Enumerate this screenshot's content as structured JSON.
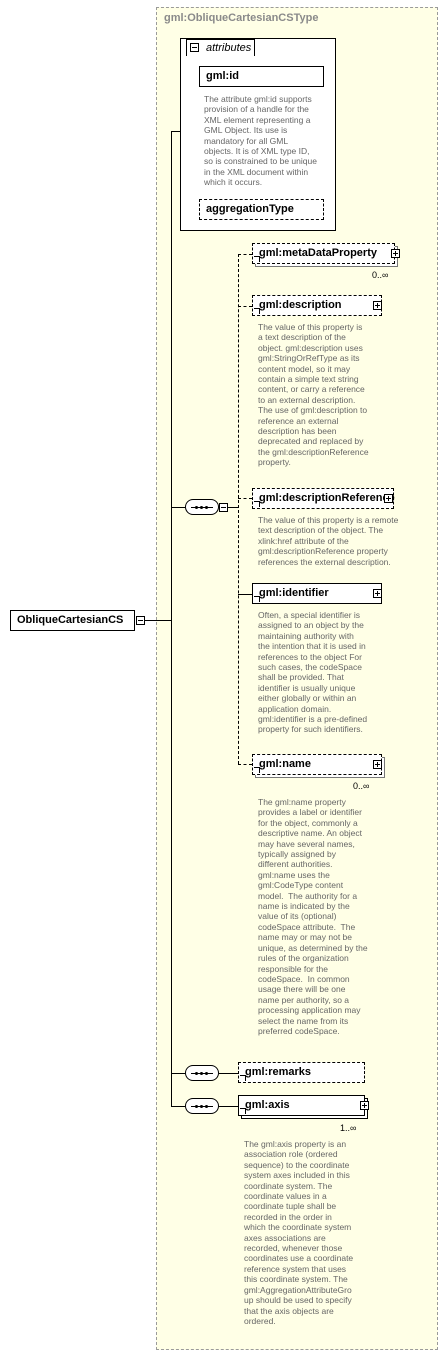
{
  "type_name": "gml:ObliqueCartesianCSType",
  "root_element": "ObliqueCartesianCS",
  "attributes": {
    "tab_label": "attributes",
    "items": [
      {
        "name": "gml:id",
        "doc": "The attribute gml:id supports\nprovision of a handle for the\nXML element representing a\nGML Object. Its use is\nmandatory for all GML\nobjects. It is of XML type ID,\nso is constrained to be unique\nin the XML document within\nwhich it occurs."
      },
      {
        "name": "aggregationType",
        "doc": ""
      }
    ]
  },
  "elements": [
    {
      "name": "gml:metaDataProperty",
      "occurs": "0..∞",
      "doc": ""
    },
    {
      "name": "gml:description",
      "occurs": "",
      "doc": "The value of this property is\na text description of the\nobject. gml:description uses\ngml:StringOrRefType as its\ncontent model, so it may\ncontain a simple text string\ncontent, or carry a reference\nto an external description.\nThe use of gml:description to\nreference an external\ndescription has been\ndeprecated and replaced by\nthe gml:descriptionReference\nproperty."
    },
    {
      "name": "gml:descriptionReference",
      "occurs": "",
      "doc": "The value of this property is a remote\ntext description of the object. The\nxlink:href attribute of the\ngml:descriptionReference property\nreferences the external description."
    },
    {
      "name": "gml:identifier",
      "occurs": "",
      "doc": "Often, a special identifier is\nassigned to an object by the\nmaintaining authority with\nthe intention that it is used in\nreferences to the object For\nsuch cases, the codeSpace\nshall be provided. That\nidentifier is usually unique\neither globally or within an\napplication domain.\ngml:identifier is a pre-defined\nproperty for such identifiers."
    },
    {
      "name": "gml:name",
      "occurs": "0..∞",
      "doc": "The gml:name property\nprovides a label or identifier\nfor the object, commonly a\ndescriptive name. An object\nmay have several names,\ntypically assigned by\ndifferent authorities.\ngml:name uses the\ngml:CodeType content\nmodel.  The authority for a\nname is indicated by the\nvalue of its (optional)\ncodeSpace attribute.  The\nname may or may not be\nunique, as determined by the\nrules of the organization\nresponsible for the\ncodeSpace.  In common\nusage there will be one\nname per authority, so a\nprocessing application may\nselect the name from its\npreferred codeSpace."
    },
    {
      "name": "gml:remarks",
      "occurs": "",
      "doc": ""
    },
    {
      "name": "gml:axis",
      "occurs": "1..∞",
      "doc": "The gml:axis property is an\nassociation role (ordered\nsequence) to the coordinate\nsystem axes included in this\ncoordinate system. The\ncoordinate values in a\ncoordinate tuple shall be\nrecorded in the order in\nwhich the coordinate system\naxes associations are\nrecorded, whenever those\ncoordinates use a coordinate\nreference system that uses\nthis coordinate system. The\ngml:AggregationAttributeGro\nup should be used to specify\nthat the axis objects are\nordered."
    }
  ]
}
